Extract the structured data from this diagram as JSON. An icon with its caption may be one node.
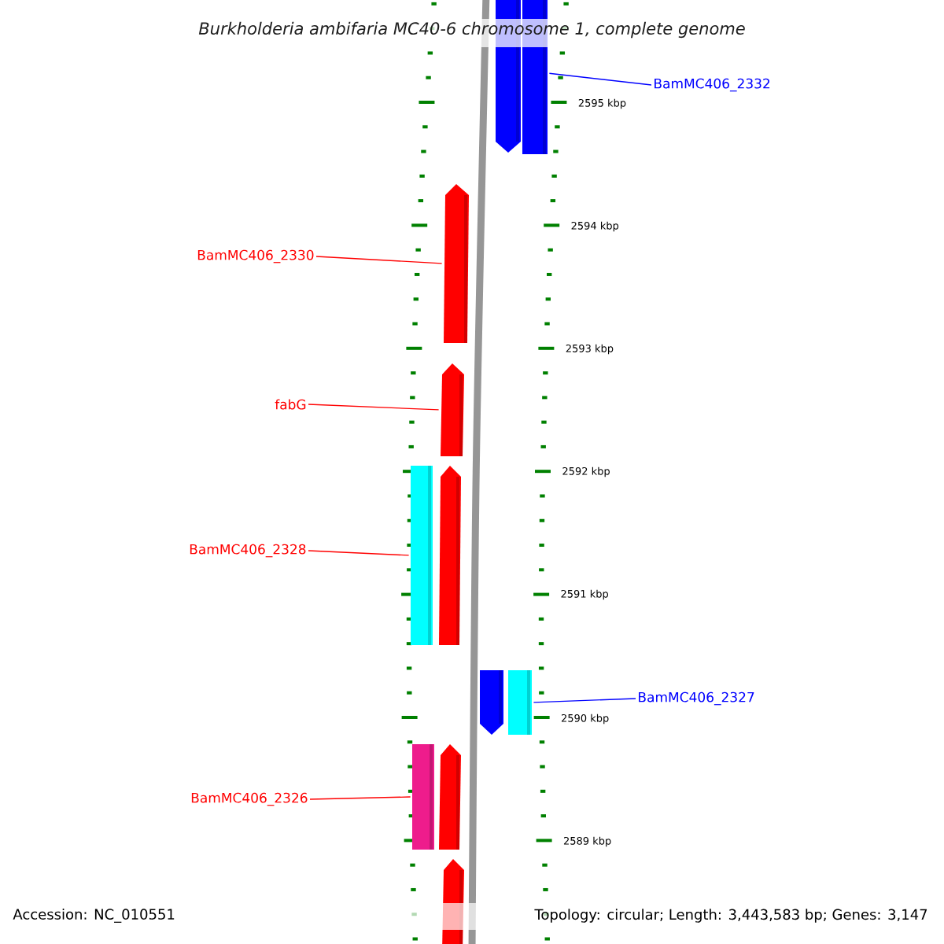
{
  "diagram": {
    "title": "*Burkholderia ambifaria* *MC40-6 chromosome 1, complete genome*",
    "nodes": [
      {
        "text": [],
        "shape": "arrow"
      },
      {
        "text": [],
        "shape": "bar"
      },
      {
        "text": [
          "BamMC406_2332"
        ]
      },
      {
        "text": [],
        "shape": "arrow"
      },
      {
        "text": [
          "BamMC406_2330"
        ]
      },
      {
        "text": [],
        "shape": "arrow"
      },
      {
        "text": [
          "fabG"
        ]
      },
      {
        "text": [],
        "shape": "bar"
      },
      {
        "text": [],
        "shape": "arrow"
      },
      {
        "text": [
          "BamMC406_2328"
        ]
      },
      {
        "text": [],
        "shape": "arrow"
      },
      {
        "text": [],
        "shape": "bar"
      },
      {
        "text": [
          "BamMC406_2327"
        ]
      },
      {
        "text": [],
        "shape": "bar"
      },
      {
        "text": [],
        "shape": "arrow"
      },
      {
        "text": [
          "BamMC406_2326"
        ]
      },
      {
        "text": [],
        "shape": "arrow"
      }
    ],
    "edges": [
      {
        "from": 2,
        "to": 1,
        "arrow": "none",
        "color": "#0000ff"
      },
      {
        "from": 4,
        "to": 3,
        "arrow": "none"
      },
      {
        "from": 6,
        "to": 5,
        "arrow": "none"
      },
      {
        "from": 9,
        "to": 7,
        "arrow": "none"
      },
      {
        "from": 12,
        "to": 11,
        "arrow": "none",
        "color": "#0000ff"
      },
      {
        "from": 15,
        "to": 13,
        "arrow": "none"
      }
    ],
    "labels": [
      "2595 kbp",
      "2594 kbp",
      "2593 kbp",
      "2592 kbp",
      "2591 kbp",
      "2590 kbp",
      "2589 kbp",
      "Accession: NC_010551",
      "Topology: circular; Length: 3,443,583 bp; Genes: 3,147"
    ]
  }
}
